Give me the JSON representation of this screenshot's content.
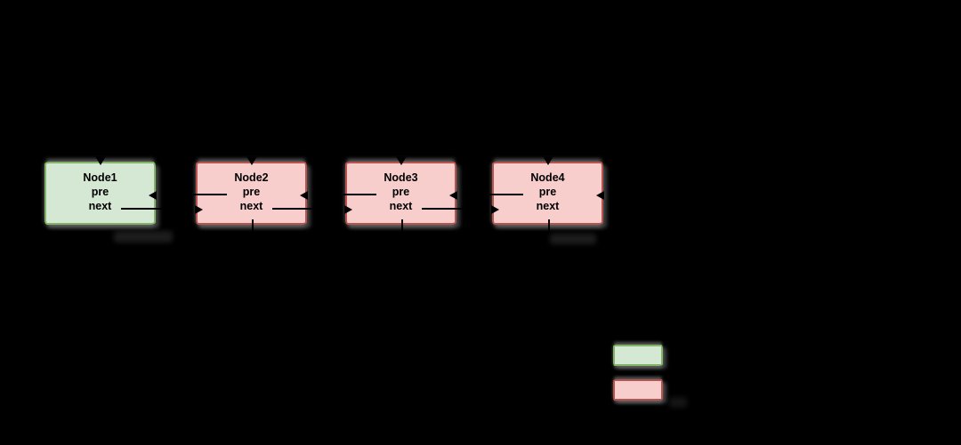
{
  "diagram": {
    "background_color": "#000000",
    "connector_color": "#000000",
    "shadow_color": "#808080",
    "nodes": [
      {
        "name": "Node1",
        "fields": [
          "pre",
          "next"
        ],
        "variant": "green",
        "fill": "#d5e8d4",
        "stroke": "#82b366"
      },
      {
        "name": "Node2",
        "fields": [
          "pre",
          "next"
        ],
        "variant": "red",
        "fill": "#f8cecc",
        "stroke": "#b85450"
      },
      {
        "name": "Node3",
        "fields": [
          "pre",
          "next"
        ],
        "variant": "red",
        "fill": "#f8cecc",
        "stroke": "#b85450"
      },
      {
        "name": "Node4",
        "fields": [
          "pre",
          "next"
        ],
        "variant": "red",
        "fill": "#f8cecc",
        "stroke": "#b85450"
      }
    ],
    "legend": {
      "swatches": [
        {
          "variant": "green",
          "fill": "#d5e8d4",
          "stroke": "#82b366"
        },
        {
          "variant": "red",
          "fill": "#f8cecc",
          "stroke": "#b85450"
        }
      ]
    }
  }
}
